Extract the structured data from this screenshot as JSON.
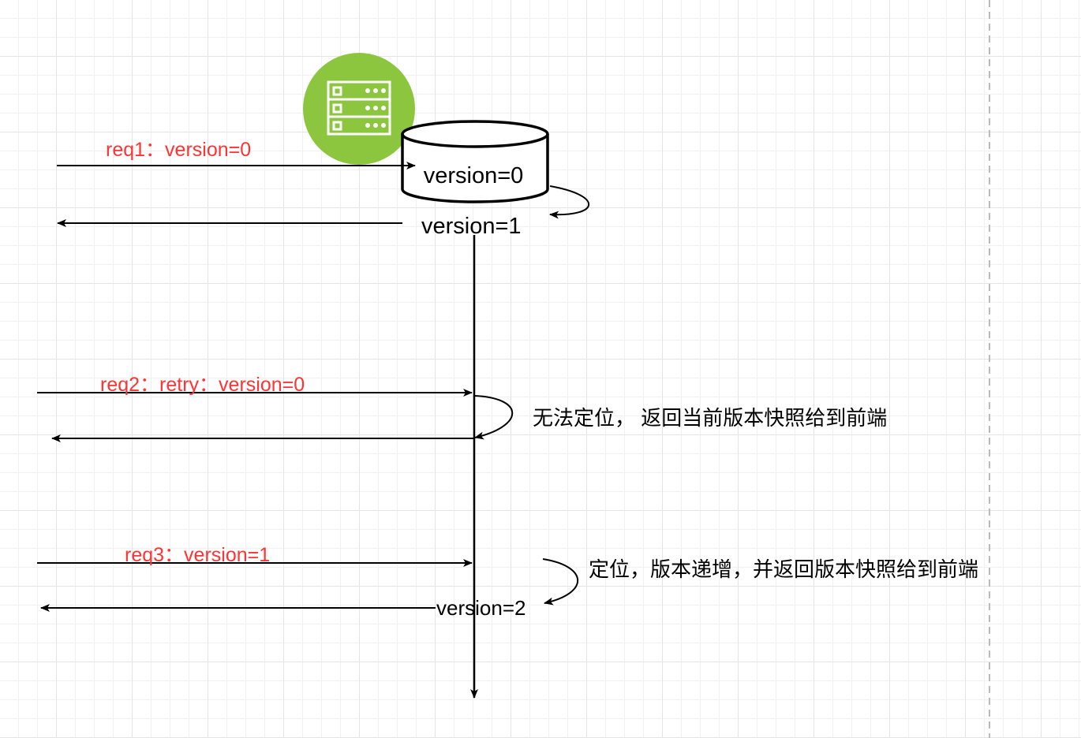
{
  "colors": {
    "request_label": "#ff3333",
    "arrow": "#000000",
    "server_badge": "#8cc63f",
    "grid_minor": "#f1f1f1",
    "grid_major": "#e4e4e4",
    "page_divider": "#bbbbbb"
  },
  "server": {
    "icon": "server-rack-icon",
    "db_value": "version=0",
    "self_update_result": "version=1"
  },
  "flows": [
    {
      "request": "req1：version=0"
    },
    {
      "request": "req2：retry：version=0",
      "note": "无法定位， 返回当前版本快照给到前端"
    },
    {
      "request": "req3：version=1",
      "note": "定位，版本递增，并返回版本快照给到前端",
      "result": "version=2"
    }
  ]
}
